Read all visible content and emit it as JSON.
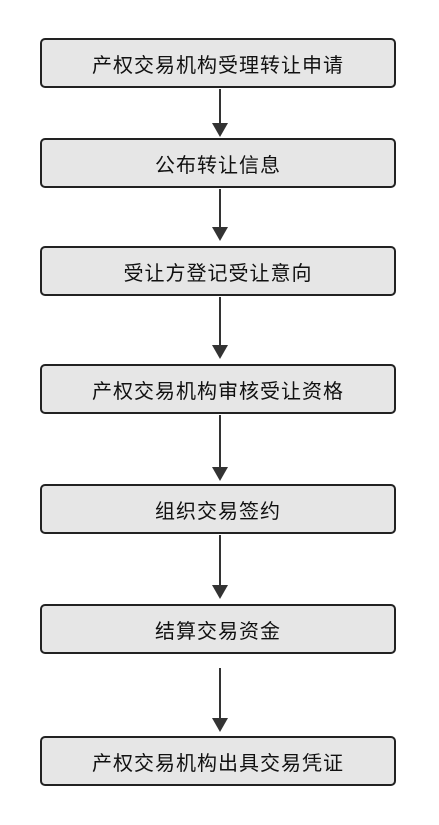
{
  "diagram": {
    "type": "flowchart",
    "steps": [
      {
        "label": "产权交易机构受理转让申请"
      },
      {
        "label": "公布转让信息"
      },
      {
        "label": "受让方登记受让意向"
      },
      {
        "label": "产权交易机构审核受让资格"
      },
      {
        "label": "组织交易签约"
      },
      {
        "label": "结算交易资金"
      },
      {
        "label": "产权交易机构出具交易凭证"
      }
    ],
    "colors": {
      "box_fill": "#e6e6e6",
      "box_border": "#222222",
      "arrow": "#333333"
    }
  }
}
